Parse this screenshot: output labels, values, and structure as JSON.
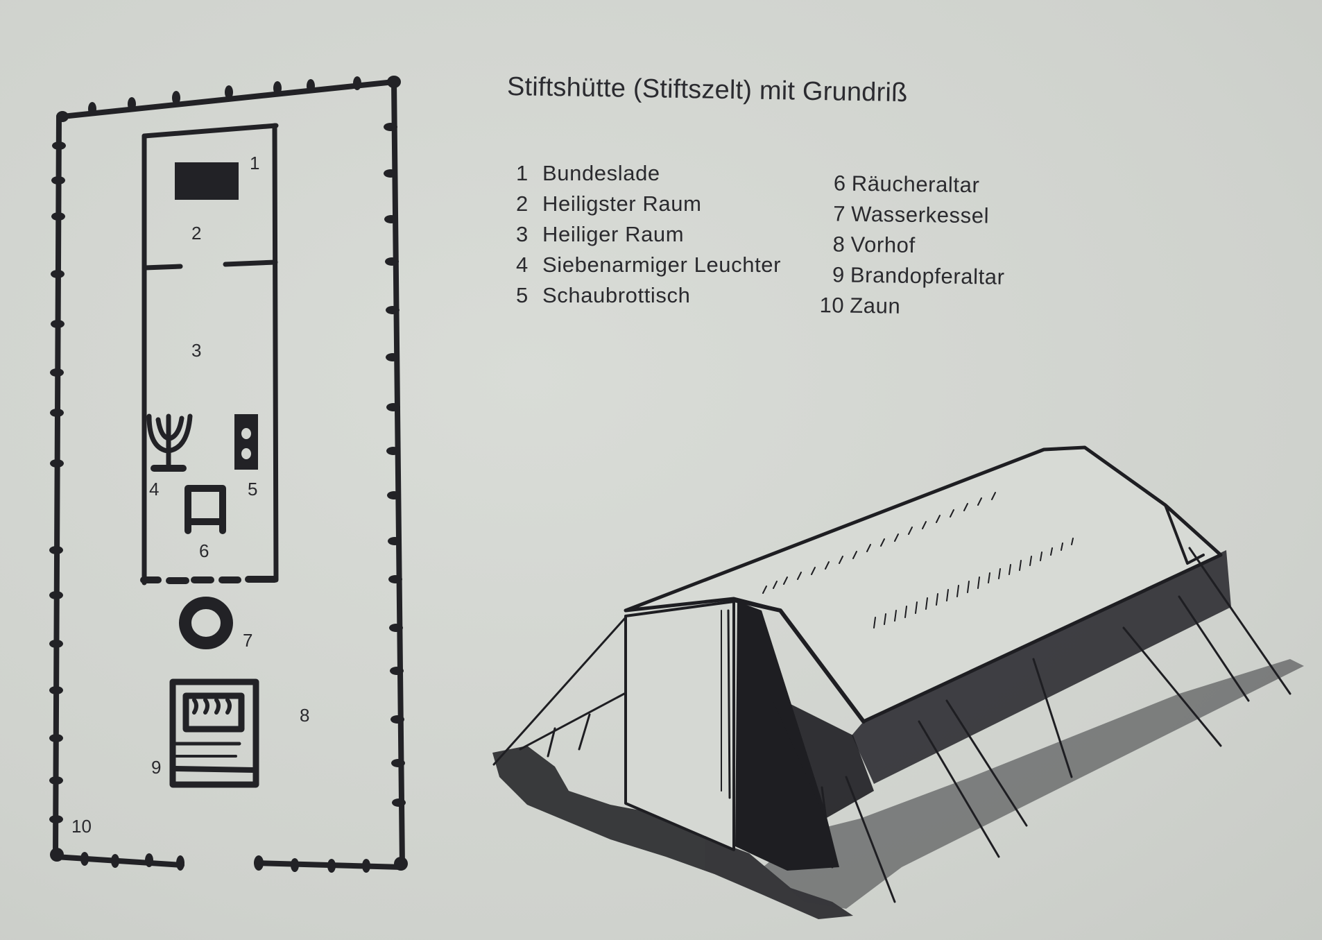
{
  "title": "Stiftshütte (Stiftszelt) mit Grundriß",
  "legend": {
    "left": [
      {
        "num": "1",
        "label": "Bundeslade"
      },
      {
        "num": "2",
        "label": "Heiligster Raum"
      },
      {
        "num": "3",
        "label": "Heiliger Raum"
      },
      {
        "num": "4",
        "label": "Siebenarmiger Leuchter"
      },
      {
        "num": "5",
        "label": "Schaubrottisch"
      }
    ],
    "right": [
      {
        "num": "6",
        "label": "Räucheraltar"
      },
      {
        "num": "7",
        "label": "Wasserkessel"
      },
      {
        "num": "8",
        "label": "Vorhof"
      },
      {
        "num": "9",
        "label": "Brandopferaltar"
      },
      {
        "num": "10",
        "label": "Zaun"
      }
    ]
  },
  "floor_plan": {
    "labels": [
      "1",
      "2",
      "3",
      "4",
      "5",
      "6",
      "7",
      "8",
      "9",
      "10"
    ]
  },
  "colors": {
    "paper": "#d3d6d1",
    "ink": "#222226"
  }
}
